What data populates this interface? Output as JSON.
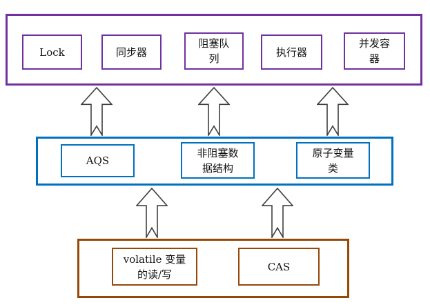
{
  "diagram": {
    "background_color": "#ffffff",
    "text_color": "#111111",
    "layers": {
      "top": {
        "border_color": "#7030A0",
        "boxes": [
          {
            "label": "Lock"
          },
          {
            "label": "同步器"
          },
          {
            "label": "阻塞队\n列"
          },
          {
            "label": "执行器"
          },
          {
            "label": "并发容\n器"
          }
        ]
      },
      "middle": {
        "border_color": "#0070C0",
        "boxes": [
          {
            "label": "AQS"
          },
          {
            "label": "非阻塞数\n据结构"
          },
          {
            "label": "原子变量\n类"
          }
        ]
      },
      "bottom": {
        "border_color": "#974806",
        "boxes": [
          {
            "label": "volatile 变量\n的读/写"
          },
          {
            "label": "CAS"
          }
        ]
      }
    },
    "arrows": {
      "direction": "up",
      "outline_color": "#3F3F3F",
      "fill_color": "#ffffff",
      "count_between_middle_and_top": 3,
      "count_between_bottom_and_middle": 2
    }
  }
}
